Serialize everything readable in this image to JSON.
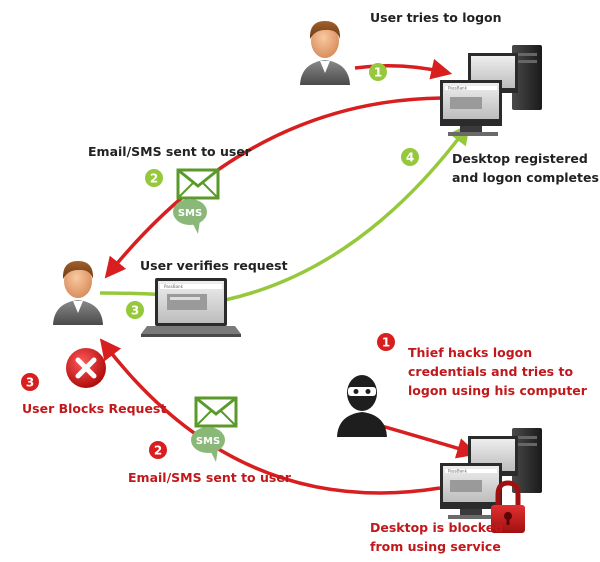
{
  "labels": {
    "user_logon": "User tries to logon",
    "email_sms_top": "Email/SMS sent to user",
    "desktop_registered_1": "Desktop registered",
    "desktop_registered_2": "and logon completes",
    "user_verifies": "User verifies request",
    "thief_1": "Thief hacks logon",
    "thief_2": "credentials and tries to",
    "thief_3": "logon using his computer",
    "user_blocks": "User Blocks Request",
    "email_sms_bottom": "Email/SMS sent to user",
    "desktop_blocked_1": "Desktop is blocked",
    "desktop_blocked_2": "from using service"
  },
  "badges": {
    "step1": "1",
    "step2": "2",
    "step3": "3",
    "step4": "4",
    "thief_step1": "1",
    "thief_step2": "2",
    "thief_step3": "3"
  },
  "sms_text": "SMS",
  "screen_brand": "PassBank",
  "colors": {
    "red": "#d81e1e",
    "green": "#96c83c",
    "dark_red_text": "#c0181b"
  },
  "icons": {
    "user": "person-icon",
    "thief": "masked-thief-icon",
    "envelope": "envelope-icon",
    "sms": "sms-bubble-icon",
    "blocked": "red-x-icon",
    "lock": "padlock-icon",
    "desktop": "desktop-computer-icon",
    "laptop": "laptop-icon"
  }
}
